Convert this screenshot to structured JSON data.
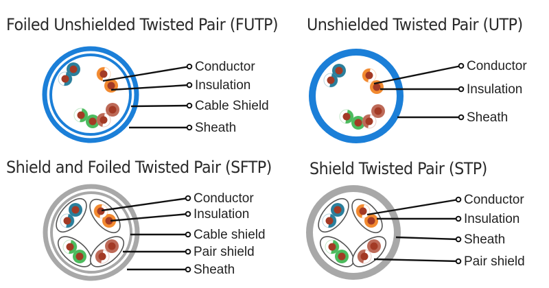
{
  "colors": {
    "blue_jacket": "#1b7fd8",
    "gray_jacket": "#a8a8a8",
    "pair_shield_outline": "#555555",
    "conductor": "#a33a25",
    "blue_pair": "#2a7f9c",
    "orange_pair": "#f28a30",
    "green_pair": "#4cbb5e",
    "brown_pair": "#bd6a58",
    "leader_line": "#111111"
  },
  "diagrams": [
    {
      "id": "futp",
      "title": "Foiled Unshielded Twisted Pair (FUTP)",
      "jacket": "blue",
      "double_ring": true,
      "pair_shields": false,
      "labels": [
        "Conductor",
        "Insulation",
        "Cable Shield",
        "Sheath"
      ]
    },
    {
      "id": "utp",
      "title": "Unshielded Twisted Pair (UTP)",
      "jacket": "blue",
      "double_ring": false,
      "pair_shields": false,
      "labels": [
        "Conductor",
        "Insulation",
        "Sheath"
      ]
    },
    {
      "id": "sftp",
      "title": "Shield and Foiled Twisted Pair (SFTP)",
      "jacket": "gray",
      "double_ring": true,
      "pair_shields": true,
      "labels": [
        "Conductor",
        "Insulation",
        "Cable shield",
        "Pair shield",
        "Sheath"
      ]
    },
    {
      "id": "stp",
      "title": "Shield Twisted Pair (STP)",
      "jacket": "gray",
      "double_ring": false,
      "pair_shields": true,
      "labels": [
        "Conductor",
        "Insulation",
        "Sheath",
        "Pair shield"
      ]
    }
  ]
}
